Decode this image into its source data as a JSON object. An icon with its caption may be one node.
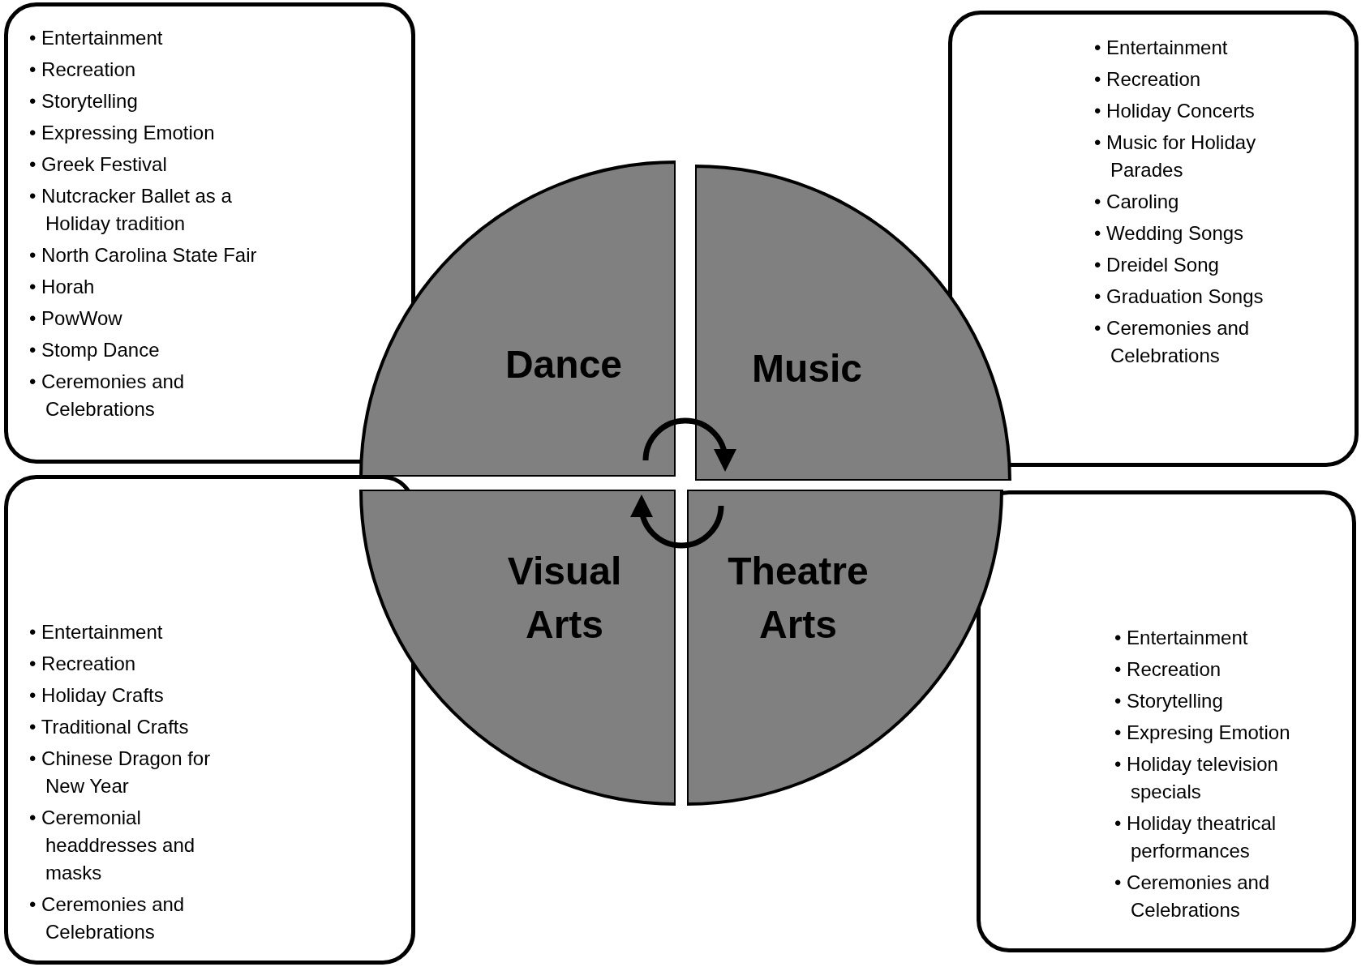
{
  "diagram": {
    "nodes": [
      {
        "text": [
          "• Entertainment",
          "• Recreation",
          "• Storytelling",
          "• Expressing Emotion",
          "• Greek Festival",
          "• Nutcracker Ballet as a Holiday tradition",
          "• North Carolina State Fair",
          "• Horah",
          "• PowWow",
          "• Stomp Dance",
          "• Ceremonies and Celebrations"
        ]
      },
      {
        "text": [
          "• Entertainment",
          "• Recreation",
          "• Holiday Concerts",
          "• Music for Holiday Parades",
          "• Caroling",
          "• Wedding Songs",
          "• Dreidel Song",
          "• Graduation Songs",
          "• Ceremonies and Celebrations"
        ]
      },
      {
        "text": [
          "Dance"
        ]
      },
      {
        "text": [
          "Music"
        ]
      },
      {
        "text": [
          "• Entertainment",
          "• Recreation",
          "• Holiday Crafts",
          "• Traditional Crafts",
          "• Chinese Dragon for New Year",
          "• Ceremonial headdresses and masks",
          "• Ceremonies and Celebrations"
        ]
      },
      {
        "text": [
          "Visual Arts"
        ]
      },
      {
        "text": [
          "Theatre Arts"
        ]
      },
      {
        "text": [
          "• Entertainment",
          "• Recreation",
          "• Storytelling",
          "• Expresing Emotion",
          "• Holiday television specials",
          "• Holiday theatrical performances",
          "• Ceremonies and Celebrations"
        ]
      }
    ],
    "edges": [
      {
        "from": 2,
        "to": 3,
        "arrow": "to"
      },
      {
        "from": 6,
        "to": 5,
        "arrow": "to"
      }
    ]
  }
}
